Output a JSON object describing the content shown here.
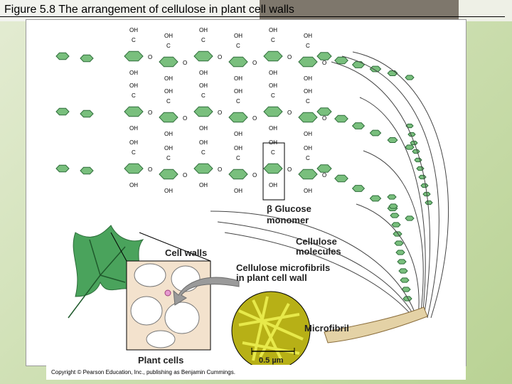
{
  "title": "Figure 5.8  The arrangement of cellulose in plant cell walls",
  "labels": {
    "cell_walls": "Cell walls",
    "cellulose_molecules_1": "Cellulose",
    "cellulose_molecules_2": "molecules",
    "microfibrils_1": "Cellulose microfibrils",
    "microfibrils_2": "in plant cell wall",
    "microfibril": "Microfibril",
    "plant_cells": "Plant cells",
    "scale": "0.5 µm",
    "glucose_1": "β Glucose",
    "glucose_2": "monomer"
  },
  "atoms": {
    "oh": "OH",
    "c": "C",
    "o": "O"
  },
  "credit": "Copyright © Pearson Education, Inc., publishing as Benjamin Cummings.",
  "colors": {
    "ring": "#79bf7d",
    "ring_stroke": "#2f6d3b",
    "micro": "#c9cd1f",
    "leaf": "#4aa35c"
  }
}
